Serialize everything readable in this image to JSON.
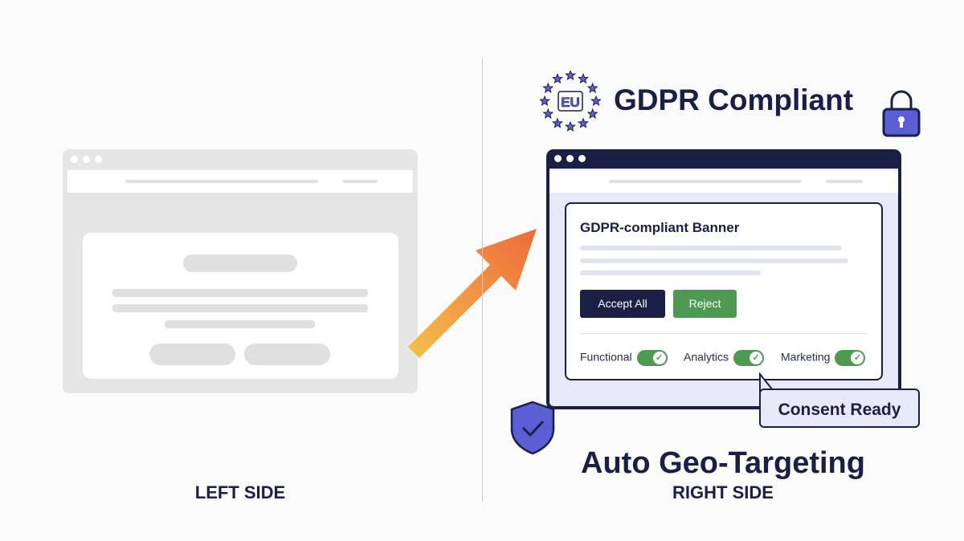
{
  "left": {
    "caption": "LEFT SIDE"
  },
  "right": {
    "header_title": "GDPR Compliant",
    "eu_badge": "EU",
    "banner": {
      "title": "GDPR-compliant Banner",
      "accept_label": "Accept All",
      "reject_label": "Reject",
      "preferences": [
        {
          "label": "Functional",
          "enabled": true
        },
        {
          "label": "Analytics",
          "enabled": true
        },
        {
          "label": "Marketing",
          "enabled": true
        }
      ]
    },
    "bubble": "Consent Ready",
    "title": "Auto Geo-Targeting",
    "caption": "RIGHT SIDE"
  },
  "colors": {
    "navy": "#1c1f45",
    "green": "#4f9a53",
    "lavender": "#e8e9f8",
    "accent": "#5a5fd6"
  }
}
